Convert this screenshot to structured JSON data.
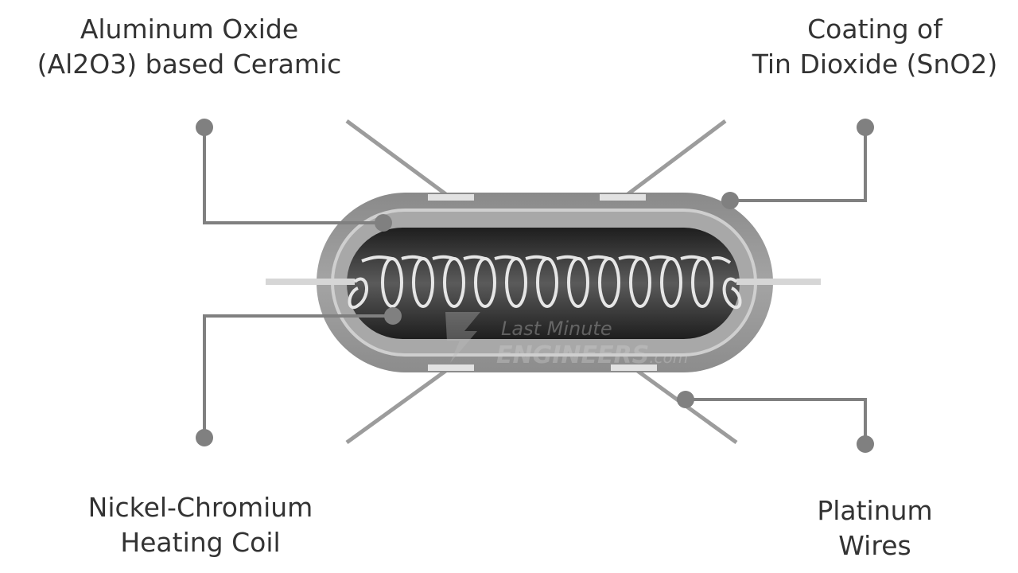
{
  "labels": {
    "alumina": {
      "line1": "Aluminum Oxide",
      "line2": "(Al2O3) based Ceramic"
    },
    "tin_dioxide": {
      "line1": "Coating of",
      "line2": "Tin Dioxide (SnO2)"
    },
    "heating_coil": {
      "line1": "Nickel-Chromium",
      "line2": "Heating Coil"
    },
    "platinum": {
      "line1": "Platinum",
      "line2": "Wires"
    }
  },
  "watermark": {
    "line1": "Last Minute",
    "line2": "ENGINEERS",
    "suffix": ".com"
  },
  "colors": {
    "callout": "#808080",
    "label_text": "#333333",
    "coil": "#e8e8e8",
    "tube_outer": "#9a9a9a"
  }
}
